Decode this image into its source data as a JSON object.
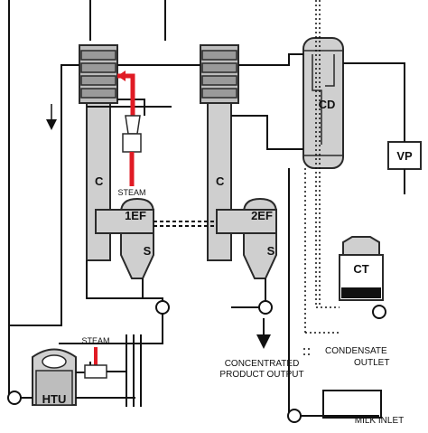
{
  "colors": {
    "equipment_fill": "#cfcfcf",
    "equipment_stroke": "#2a2a2a",
    "pipe": "#111111",
    "steam_pipe": "#e01b24",
    "background": "#ffffff"
  },
  "labels": {
    "effect1_column": "C",
    "effect1_separator": "1EF",
    "effect1_s": "S",
    "effect2_column": "C",
    "effect2_separator": "2EF",
    "effect2_s": "S",
    "condenser": "CD",
    "vacuum_pump": "VP",
    "cooling_tower": "CT",
    "heat_treatment_unit": "HTU",
    "steam_top": "STEAM",
    "steam_bottom": "STEAM",
    "product_output_line1": "CONCENTRATED",
    "product_output_line2": "PRODUCT OUTPUT",
    "legend_eq": "= =",
    "condensate_line1": "CONDENSATE",
    "condensate_line2": "OUTLET",
    "milk_inlet": "MILK INLET"
  },
  "icons": [
    "flow-arrow-down-icon",
    "pump-circle-icon",
    "steam-ejector-icon"
  ]
}
